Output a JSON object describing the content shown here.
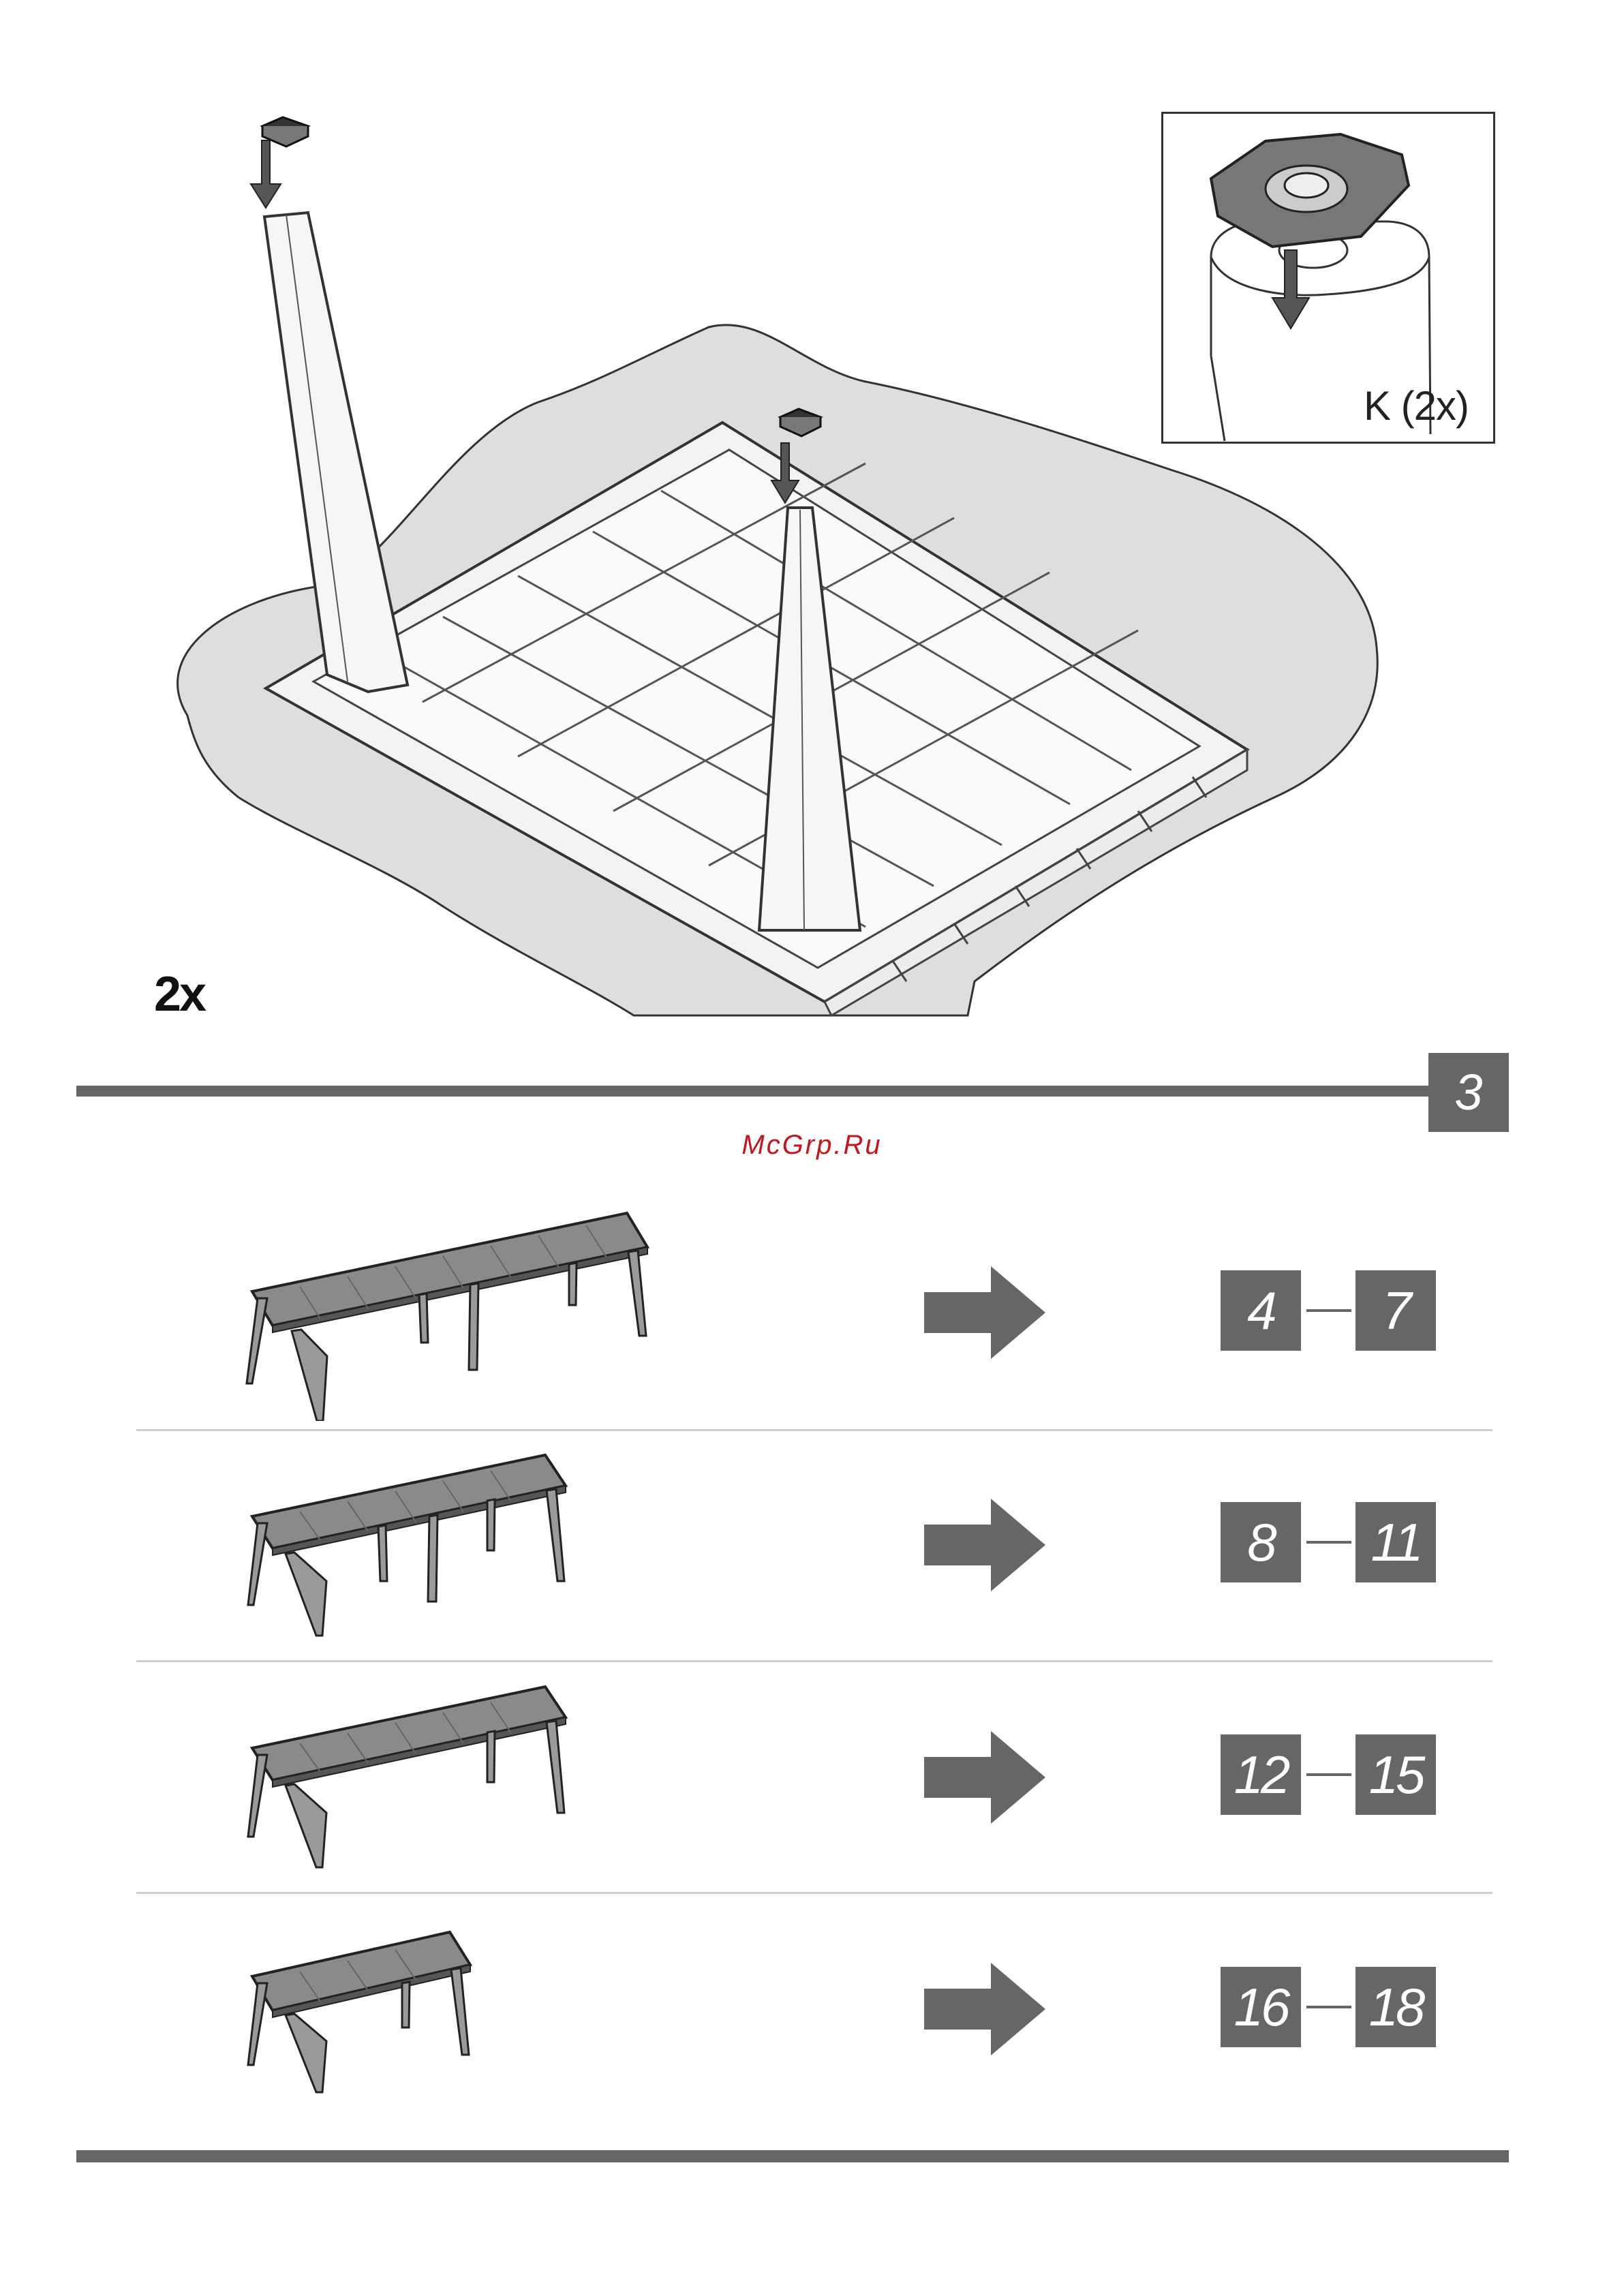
{
  "illustration": {
    "quantity_label": "2x"
  },
  "inset": {
    "part_label": "K (2x)"
  },
  "step": {
    "number": "3"
  },
  "watermark": "McGrp.Ru",
  "configurations": [
    {
      "from_page": "4",
      "to_page": "7"
    },
    {
      "from_page": "8",
      "to_page": "11"
    },
    {
      "from_page": "12",
      "to_page": "15"
    },
    {
      "from_page": "16",
      "to_page": "18"
    }
  ],
  "colors": {
    "gray": "#666666",
    "watermark": "#c4161c"
  }
}
